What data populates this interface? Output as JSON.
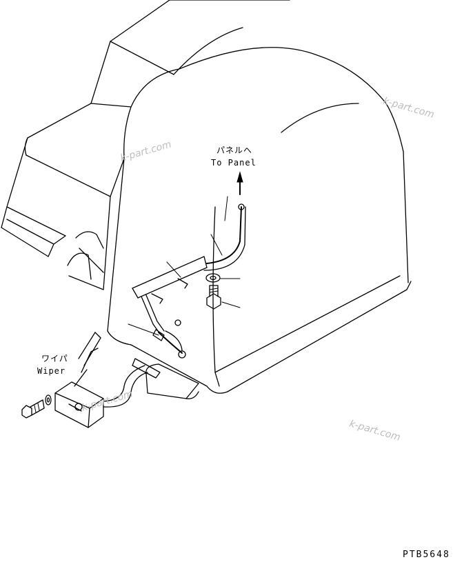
{
  "labels": {
    "panel_jp": "パネルへ",
    "panel_en": "To Panel",
    "wiper_jp": "ワイパ",
    "wiper_en": "Wiper"
  },
  "watermarks": [
    "k-part.com",
    "k-part.com",
    "k-part.com",
    "k-part.com"
  ],
  "drawing_code": "PTB5648"
}
